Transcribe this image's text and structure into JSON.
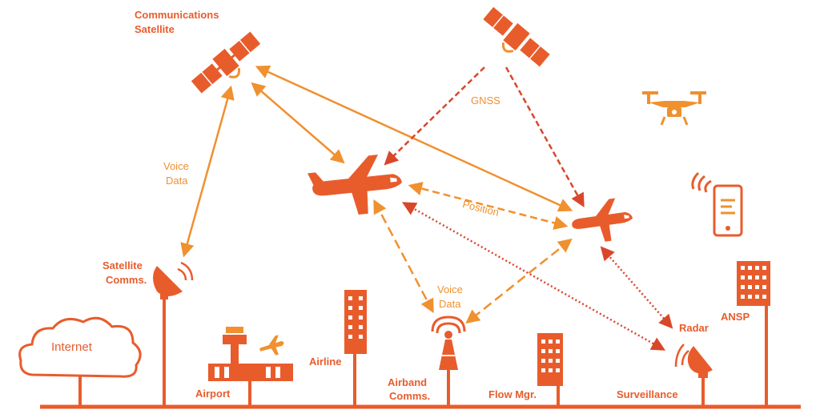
{
  "labels": {
    "comm_sat_line1": "Communications",
    "comm_sat_line2": "Satellite",
    "gnss": "GNSS",
    "voice_data_left_1": "Voice",
    "voice_data_left_2": "Data",
    "position": "Position",
    "voice_data_mid_1": "Voice",
    "voice_data_mid_2": "Data",
    "satellite_comms_1": "Satellite",
    "satellite_comms_2": "Comms.",
    "internet": "Internet",
    "airport": "Airport",
    "airline": "Airline",
    "airband_1": "Airband",
    "airband_2": "Comms.",
    "flow_mgr": "Flow Mgr.",
    "surveillance": "Surveillance",
    "radar": "Radar",
    "ansp": "ANSP"
  },
  "colors": {
    "primary": "#e85c2c",
    "secondary": "#f0902e",
    "dark": "#d9472a"
  }
}
